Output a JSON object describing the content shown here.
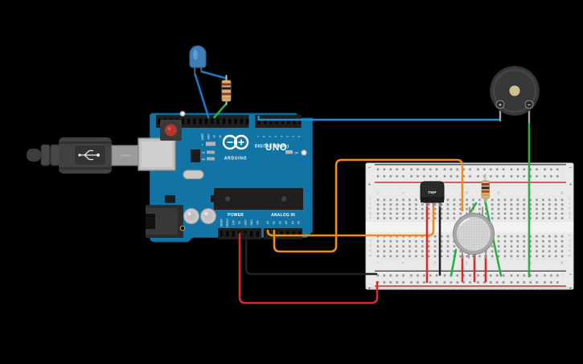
{
  "colors": {
    "background": "#000000",
    "board": "#1273a5",
    "board_edge": "#0a5a82",
    "wire_red": "#d92b2b",
    "wire_black": "#212121",
    "wire_orange": "#f08c1e",
    "wire_green": "#2fae45",
    "wire_blue": "#1d78c2",
    "wire_cyan": "#1e8fd5",
    "breadboard": "#e9e9e9",
    "rail_red": "#c0392b",
    "rail_black": "#4a4a4a",
    "led_blue": "#3f7fb5",
    "resistor_body": "#d9b27e",
    "buzzer_body": "#383838",
    "buzzer_center": "#cfc192",
    "ic_black": "#1f1f1f",
    "silver": "#c9c9c9"
  },
  "arduino": {
    "brand": "ARDUINO",
    "model": "UNO",
    "digital_label": "DIGITAL (PWM~)",
    "power_label": "POWER",
    "analog_label": "ANALOG IN",
    "on_label": "ON",
    "l_label": "L",
    "tx_label": "TX",
    "rx_label": "RX",
    "digital_pins_left": [
      "AREF",
      "GND",
      "13",
      "12",
      "11",
      "10",
      "9",
      "8"
    ],
    "digital_pins_right": [
      "7",
      "6",
      "5",
      "4",
      "3",
      "2",
      "1",
      "0"
    ],
    "power_pins": [
      "IOREF",
      "RESET",
      "3.3V",
      "5V",
      "GND",
      "GND",
      "VIN"
    ],
    "analog_pins": [
      "A0",
      "A1",
      "A2",
      "A3",
      "A4",
      "A5"
    ]
  },
  "breadboard": {
    "plus": "+",
    "minus": "−",
    "column_numbers": [
      "1",
      "5",
      "10",
      "15",
      "20",
      "25",
      "30"
    ],
    "row_letters_top": [
      "j",
      "i",
      "h",
      "g",
      "f"
    ],
    "row_letters_bottom": [
      "e",
      "d",
      "c",
      "b",
      "a"
    ]
  },
  "components": {
    "tmp_sensor_label": "TMP",
    "buzzer_plus": "+",
    "buzzer_minus": "−"
  }
}
